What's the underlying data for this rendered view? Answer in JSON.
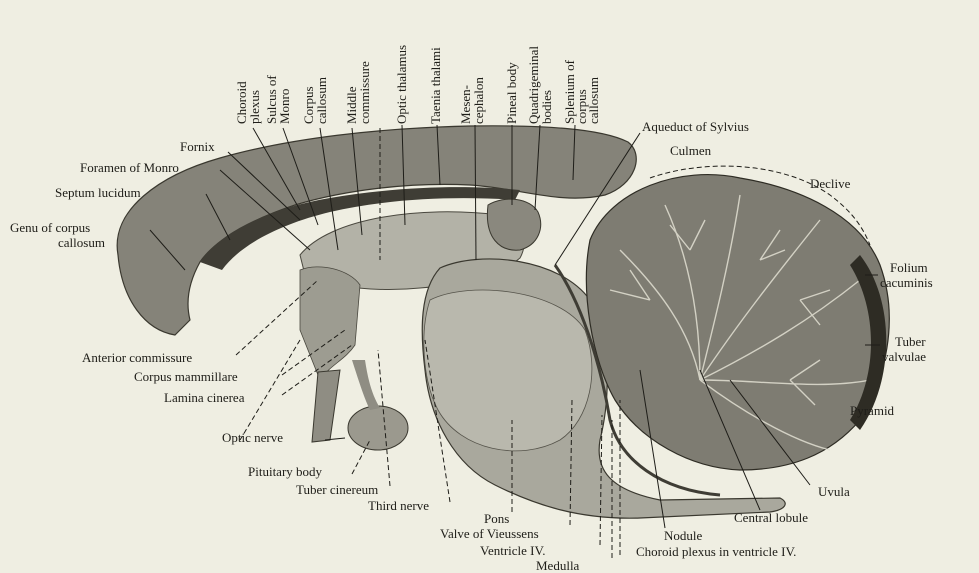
{
  "labels": {
    "choroid_plexus": [
      "Choroid",
      "plexus"
    ],
    "sulcus_of_monro": [
      "Sulcus of",
      "Monro"
    ],
    "corpus_callosum_top": [
      "Corpus",
      "callosum"
    ],
    "middle_commissure": [
      "Middle",
      "commissure"
    ],
    "optic_thalamus": "Optic thalamus",
    "taenia_thalami": "Taenia thalami",
    "mesencephalon": [
      "Mesen-",
      "cephalon"
    ],
    "pineal_body": "Pineal body",
    "quadrigeminal_bodies": [
      "Quadrigeminal",
      "bodies"
    ],
    "splenium": [
      "Splenium of",
      "corpus",
      "callosum"
    ],
    "aqueduct_of_sylvius": "Aqueduct of Sylvius",
    "culmen": "Culmen",
    "declive": "Declive",
    "fornix": "Fornix",
    "foramen_of_monro": "Foramen of Monro",
    "septum_lucidum": "Septum lucidum",
    "genu": [
      "Genu of corpus",
      "callosum"
    ],
    "folium_cacuminis": [
      "Folium",
      "cacuminis"
    ],
    "tuber_valvulae": [
      "Tuber",
      "valvulae"
    ],
    "pyramid": "Pyramid",
    "anterior_commissure": "Anterior commissure",
    "corpus_mammillare": "Corpus mammillare",
    "lamina_cinerea": "Lamina cinerea",
    "optic_nerve": "Optic nerve",
    "pituitary_body": "Pituitary body",
    "tuber_cinereum": "Tuber cinereum",
    "third_nerve": "Third nerve",
    "pons": "Pons",
    "valve_of_vieussens": "Valve of Vieussens",
    "ventricle_iv": "Ventricle IV.",
    "medulla": "Medulla",
    "uvula": "Uvula",
    "central_lobule": "Central lobule",
    "nodule": "Nodule",
    "choroid_plexus_ventricle_iv": "Choroid plexus in ventricle IV."
  },
  "colors": {
    "background": "#efeee2",
    "tissue_dark": "#7d7b72",
    "tissue_mid": "#a3a297",
    "tissue_light": "#c8c7bc",
    "ink": "#1e1d18"
  }
}
